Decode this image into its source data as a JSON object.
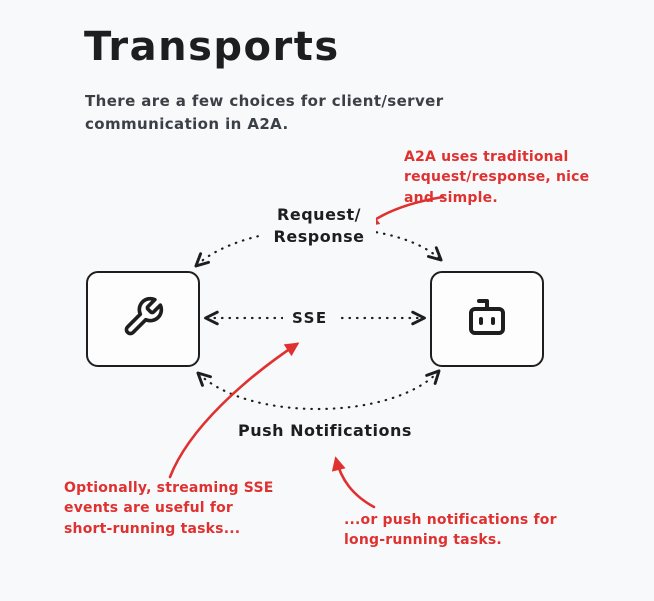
{
  "header": {
    "title": "Transports",
    "subtitle": "There are a few choices for client/server\ncommunication in A2A."
  },
  "diagram": {
    "nodes": [
      {
        "id": "client",
        "icon": "wrench-icon"
      },
      {
        "id": "agent",
        "icon": "robot-icon"
      }
    ],
    "edge_labels": {
      "request_response": "Request/\nResponse",
      "sse": "SSE",
      "push_notifications": "Push Notifications"
    },
    "annotations": {
      "request_response": "A2A uses traditional\nrequest/response, nice\nand simple.",
      "sse": "Optionally, streaming SSE\nevents are useful for\nshort-running tasks...",
      "push": "...or push notifications for\nlong-running tasks."
    }
  },
  "colors": {
    "ink": "#1e1e1e",
    "annotation_red": "#e03131",
    "background": "#f8f9fa"
  }
}
